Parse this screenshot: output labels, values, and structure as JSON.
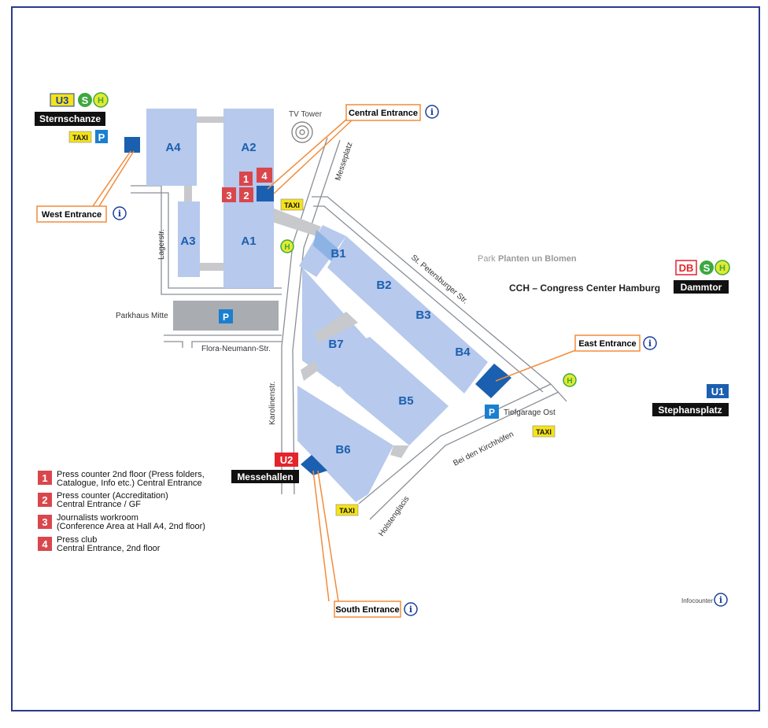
{
  "stations": {
    "sternschanze": {
      "lines": [
        "U3",
        "S",
        "H"
      ],
      "name": "Sternschanze"
    },
    "dammtor": {
      "lines": [
        "DB",
        "S",
        "H"
      ],
      "name": "Dammtor"
    },
    "stephansplatz": {
      "lines": [
        "U1"
      ],
      "name": "Stephansplatz"
    },
    "messehallen": {
      "lines": [
        "U2"
      ],
      "name": "Messehallen"
    }
  },
  "halls": [
    "A1",
    "A2",
    "A3",
    "A4",
    "B1",
    "B2",
    "B3",
    "B4",
    "B5",
    "B6",
    "B7"
  ],
  "entrances": {
    "central": "Central Entrance",
    "west": "West Entrance",
    "east": "East Entrance",
    "south": "South Entrance"
  },
  "landmarks": {
    "tv_tower": "TV Tower",
    "park_prefix": "Park",
    "park_name": "Planten un Blomen",
    "cch": "CCH – Congress Center Hamburg",
    "parkhaus_mitte": "Parkhaus Mitte",
    "tiefgarage_ost": "Tiefgarage Ost",
    "infocounter": "Infocounter"
  },
  "streets": {
    "messeplatz": "Messeplatz",
    "lagerstr": "Lagerstr.",
    "flora": "Flora-Neumann-Str.",
    "karolinenstr": "Karolinenstr.",
    "st_petersburger": "St. Petersburger Str.",
    "bei_den_kirchhoefen": "Bei den Kirchhöfen",
    "holstenglacis": "Holstenglacis"
  },
  "symbols": {
    "taxi": "TAXI",
    "parking": "P",
    "bus": "H",
    "info": "i"
  },
  "legend": [
    {
      "num": "1",
      "line1": "Press counter 2nd floor (Press folders,",
      "line2": "Catalogue, Info etc.) Central Entrance"
    },
    {
      "num": "2",
      "line1": "Press counter (Accreditation)",
      "line2": "Central Entrance / GF"
    },
    {
      "num": "3",
      "line1": "Journalists workroom",
      "line2": "(Conference Area at Hall A4, 2nd floor)"
    },
    {
      "num": "4",
      "line1": "Press club",
      "line2": "Central Entrance, 2nd floor"
    }
  ],
  "colors": {
    "hall": "#b7c9ec",
    "entrance_block": "#1b5fb0",
    "press_marker": "#d9474c",
    "entrance_label_border": "#f28c3c",
    "frame": "#2b3a8c",
    "taxi": "#f5e31a",
    "parking": "#1b7fd0",
    "bus": "#e3ea2f",
    "s_bahn": "#3da83f",
    "u_bahn": "#1b5fb0",
    "u2": "#e3242b"
  }
}
